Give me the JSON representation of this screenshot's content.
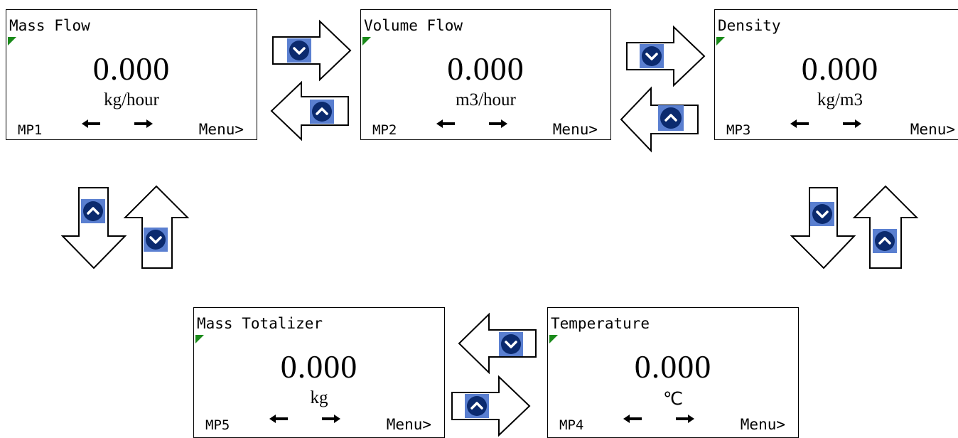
{
  "screens": {
    "mp1": {
      "title": "Mass Flow",
      "value": "0.000",
      "unit": "kg/hour",
      "page": "MP1",
      "menu": "Menu>"
    },
    "mp2": {
      "title": "Volume Flow",
      "value": "0.000",
      "unit": "m3/hour",
      "page": "MP2",
      "menu": "Menu>"
    },
    "mp3": {
      "title": "Density",
      "value": "0.000",
      "unit": "kg/m3",
      "page": "MP3",
      "menu": "Menu>"
    },
    "mp4": {
      "title": "Temperature",
      "value": "0.000",
      "unit": "℃",
      "page": "MP4",
      "menu": "Menu>"
    },
    "mp5": {
      "title": "Mass Totalizer",
      "value": "0.000",
      "unit": "kg",
      "page": "MP5",
      "menu": "Menu>"
    }
  },
  "colors": {
    "indicator": "#1a8a1a",
    "key_bg": "#5a7fd0",
    "key_circle": "#0b2a6e"
  },
  "icons": {
    "down_key": "chevron-down-key-icon",
    "up_key": "chevron-up-key-icon",
    "left": "arrow-left-icon",
    "right": "arrow-right-icon"
  }
}
